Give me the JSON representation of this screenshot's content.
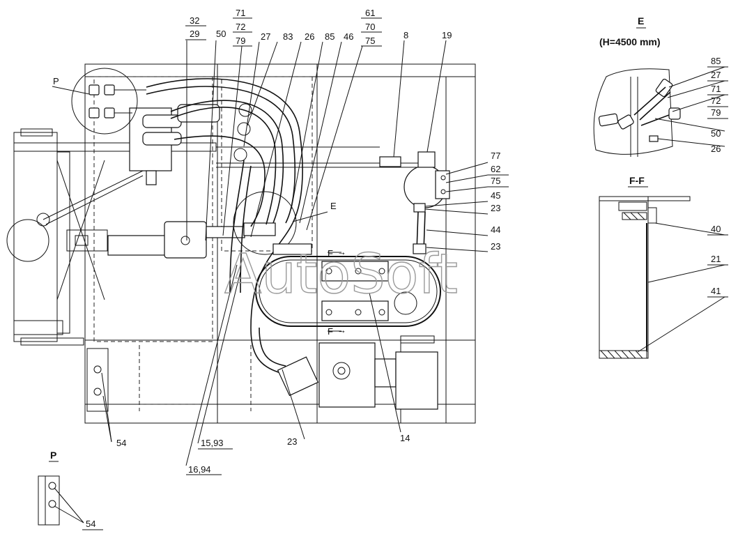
{
  "watermark": "AutoSoft",
  "view_e": {
    "title": "E",
    "height_note": "(H=4500 mm)",
    "labels": [
      "85",
      "27",
      "71",
      "72",
      "79",
      "50",
      "26"
    ]
  },
  "section_ff": {
    "title": "F-F",
    "labels": [
      "40",
      "21",
      "41"
    ]
  },
  "view_p": {
    "title": "P",
    "labels": [
      "54"
    ]
  },
  "main": {
    "view_p_marker": "P",
    "view_e_marker": "E",
    "section_mark_1": "F",
    "section_mark_2": "F",
    "top_labels": [
      "32",
      "29",
      "50",
      "71",
      "72",
      "79",
      "27",
      "83",
      "26",
      "85",
      "46",
      "61",
      "70",
      "75",
      "8",
      "19"
    ],
    "right_labels": [
      "77",
      "62",
      "75",
      "45",
      "23",
      "44",
      "23"
    ],
    "bottom_labels": [
      "54",
      "15,93",
      "16,94",
      "23",
      "14"
    ]
  }
}
